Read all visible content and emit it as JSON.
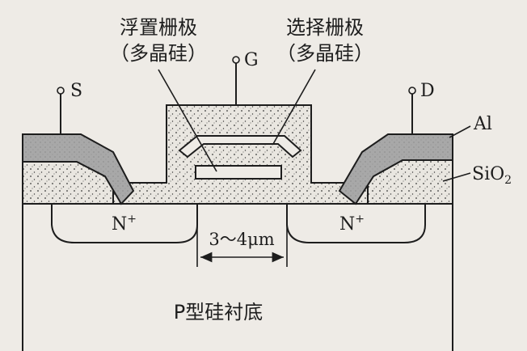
{
  "labels": {
    "floating_gate": "浮置栅极",
    "floating_gate_material": "（多晶硅）",
    "select_gate": "选择栅极",
    "select_gate_material": "（多晶硅）",
    "gate_terminal": "G",
    "source_terminal": "S",
    "drain_terminal": "D",
    "aluminum": "Al",
    "oxide": "SiO",
    "oxide_subscript": "2",
    "n_region_left": "N",
    "n_region_left_sup": "+",
    "n_region_right": "N",
    "n_region_right_sup": "+",
    "channel_length": "3～4μm",
    "substrate": "P型硅衬底"
  },
  "colors": {
    "background": "#eeebe6",
    "line": "#1d1d1d",
    "aluminum_fill": "#a8a8a8",
    "oxide_fill": "#e9e6e0",
    "oxide_dots": "#3a3a3a"
  }
}
